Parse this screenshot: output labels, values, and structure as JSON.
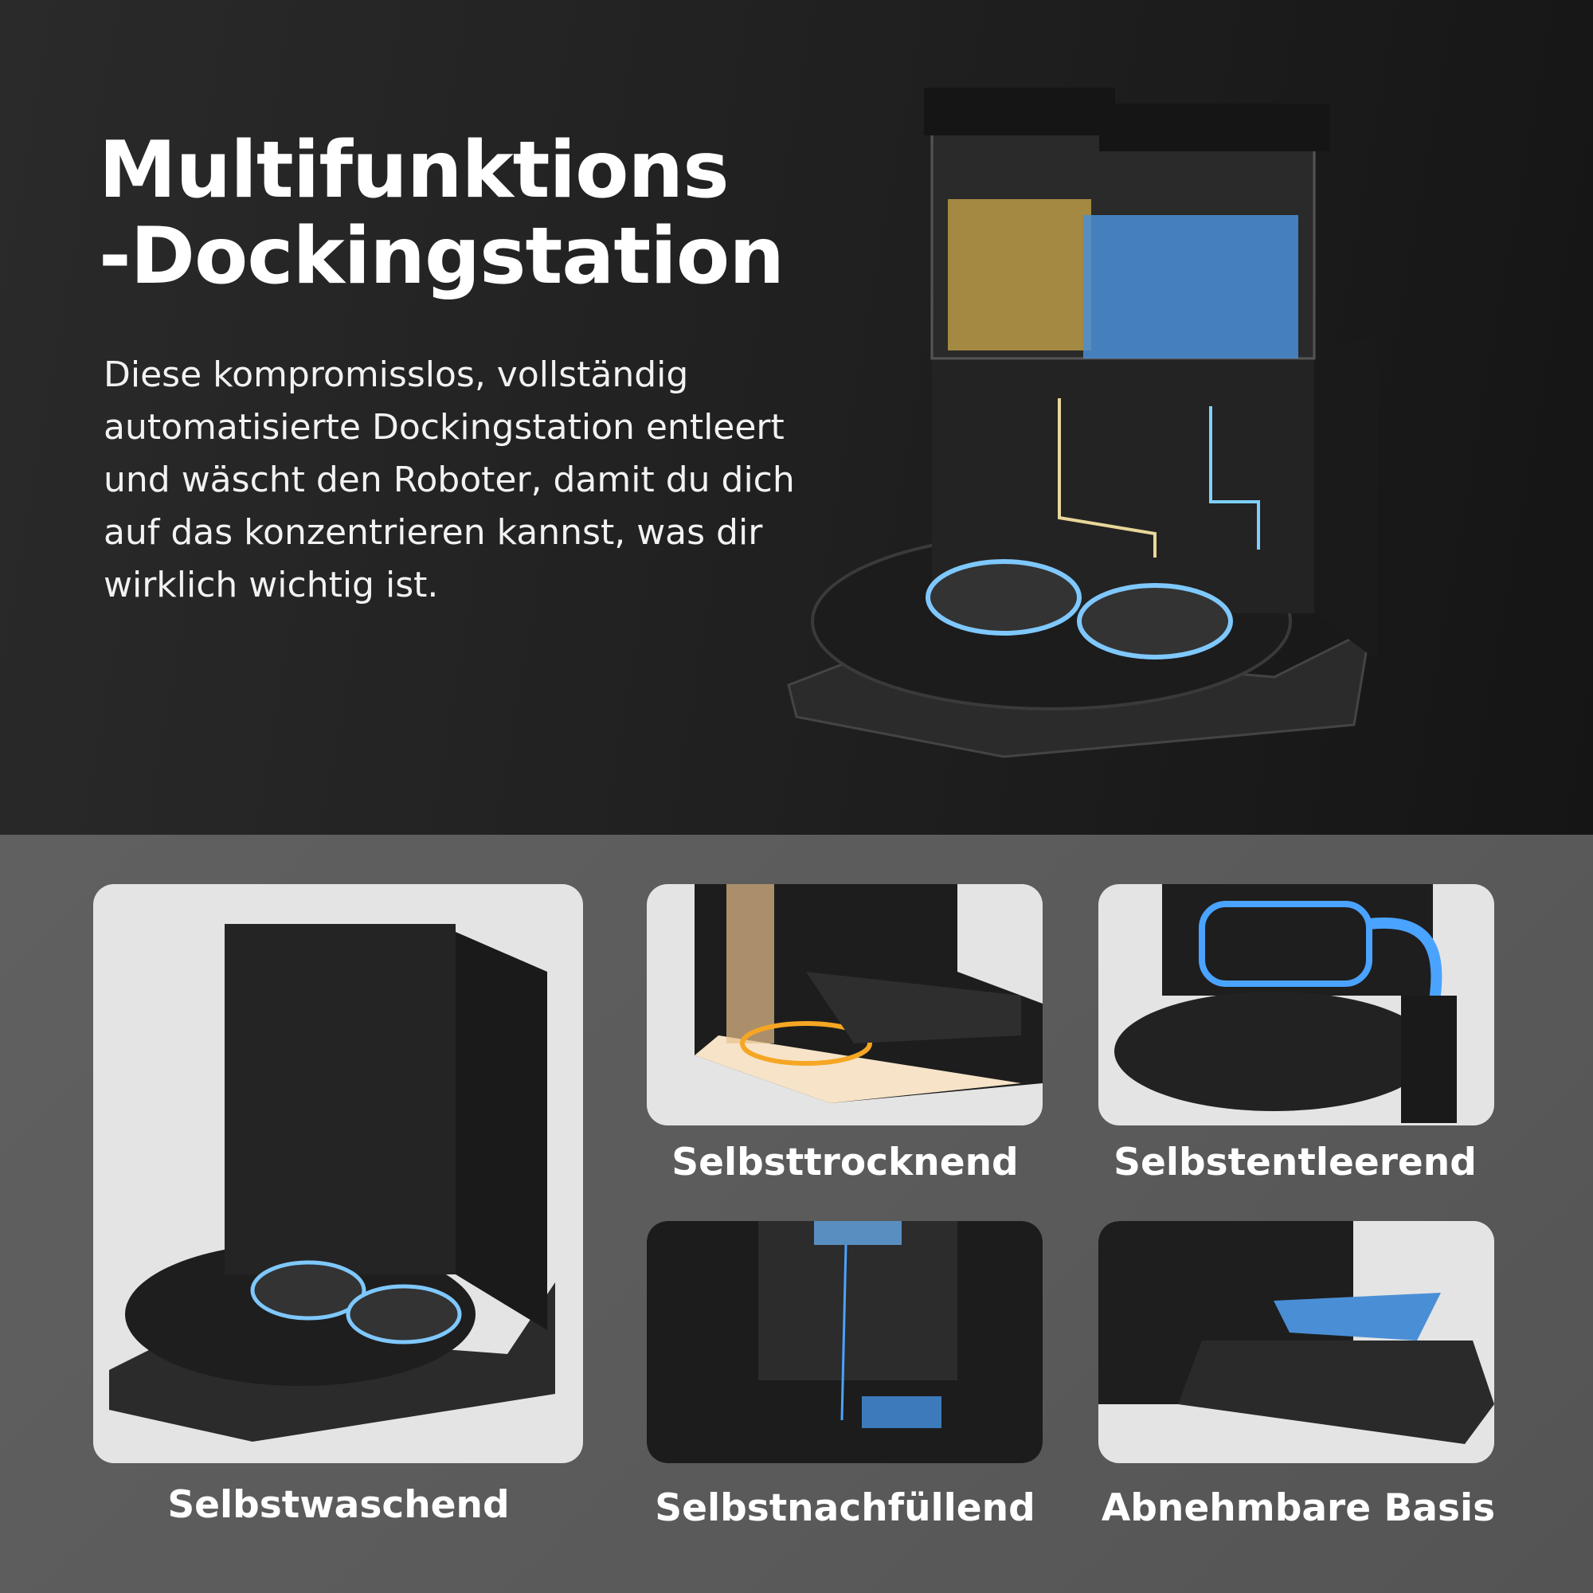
{
  "header": {
    "title_line1": "Multifunktions",
    "title_line2": "-Dockingstation",
    "description": "Diese kompromisslos, vollständig automatisierte Dockingstation entleert und wäscht den Roboter, damit du dich auf das konzentrieren kannst, was dir wirklich wichtig ist."
  },
  "features": [
    {
      "label": "Selbstwaschend"
    },
    {
      "label": "Selbsttrocknend"
    },
    {
      "label": "Selbstentleerend"
    },
    {
      "label": "Selbstnachfüllend"
    },
    {
      "label": "Abnehmbare Basis"
    }
  ],
  "colors": {
    "top_background": "#1f1f1f",
    "bottom_background": "#5b5b5b",
    "card_background": "#e4e4e4",
    "dirty_water": "#c9a94a",
    "clean_water": "#4a8fd6",
    "accent_blue": "#5fb4ff",
    "dry_glow": "#f5a623"
  }
}
